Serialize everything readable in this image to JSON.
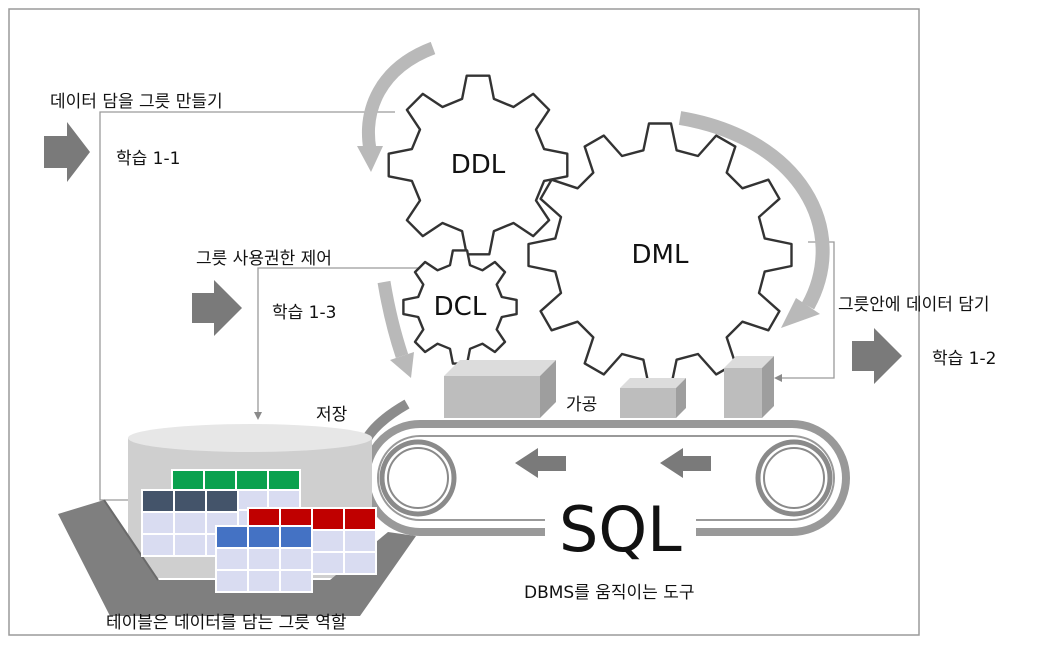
{
  "labels": {
    "make_container": "데이터 담을 그릇 만들기",
    "lesson_1_1": "학습 1-1",
    "permission_control": "그릇 사용권한 제어",
    "lesson_1_3": "학습 1-3",
    "put_data": "그릇안에 데이터 담기",
    "lesson_1_2": "학습 1-2",
    "store": "저장",
    "process": "가공",
    "sql_desc": "DBMS를 움직이는 도구",
    "table_role": "테이블은 데이터를 담는 그릇 역할"
  },
  "gears": {
    "ddl": "DDL",
    "dml": "DML",
    "dcl": "DCL"
  },
  "sql": "SQL",
  "colors": {
    "arrow_gray": "#7a7a7a",
    "light_arrow": "#b9b9b9",
    "table_green": "#0aa14e",
    "table_navy": "#44546a",
    "table_red": "#c00000",
    "table_blue": "#4472c4",
    "table_lavender": "#d9dcf1"
  }
}
